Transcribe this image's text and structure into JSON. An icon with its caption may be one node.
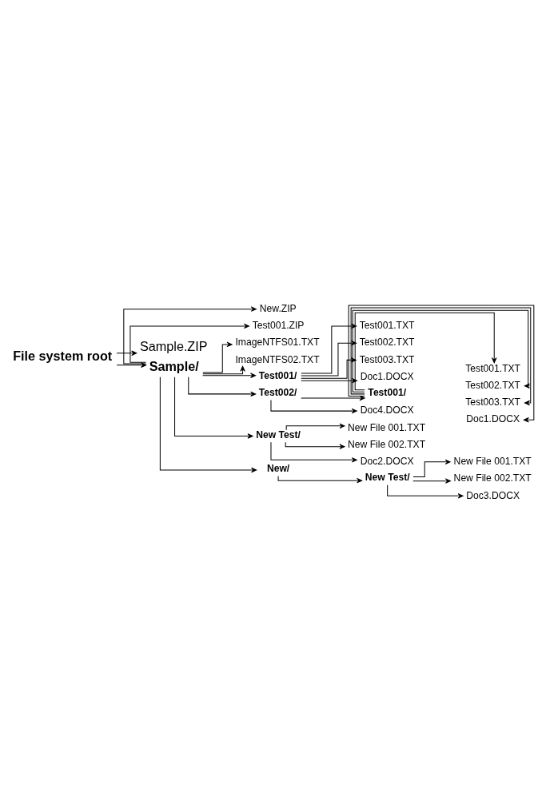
{
  "diagram": {
    "nodes": [
      {
        "text": [
          "File system root"
        ]
      },
      {
        "text": [
          "Sample.ZIP"
        ]
      },
      {
        "text": [
          "Sample/"
        ]
      },
      {
        "text": [
          "New.ZIP"
        ]
      },
      {
        "text": [
          "Test001.ZIP"
        ]
      },
      {
        "text": [
          "ImageNTFS01.TXT"
        ]
      },
      {
        "text": [
          "ImageNTFS02.TXT"
        ]
      },
      {
        "text": [
          "Test001/"
        ]
      },
      {
        "text": [
          "Test001.TXT"
        ]
      },
      {
        "text": [
          "Test002.TXT"
        ]
      },
      {
        "text": [
          "Test003.TXT"
        ]
      },
      {
        "text": [
          "Doc1.DOCX"
        ]
      },
      {
        "text": [
          "Test002/"
        ]
      },
      {
        "text": [
          "Test001/"
        ]
      },
      {
        "text": [
          "Test001.TXT"
        ]
      },
      {
        "text": [
          "Test002.TXT"
        ]
      },
      {
        "text": [
          "Test003.TXT"
        ]
      },
      {
        "text": [
          "Doc1.DOCX"
        ]
      },
      {
        "text": [
          "Doc4.DOCX"
        ]
      },
      {
        "text": [
          "New Test/"
        ]
      },
      {
        "text": [
          "New File 001.TXT"
        ]
      },
      {
        "text": [
          "New File 002.TXT"
        ]
      },
      {
        "text": [
          "Doc2.DOCX"
        ]
      },
      {
        "text": [
          "New/"
        ]
      },
      {
        "text": [
          "New Test/"
        ]
      },
      {
        "text": [
          "New File 001.TXT"
        ]
      },
      {
        "text": [
          "New File 002.TXT"
        ]
      },
      {
        "text": [
          "Doc3.DOCX"
        ]
      }
    ],
    "edges": [
      {
        "from": 0,
        "to": 1,
        "arrow": "to"
      },
      {
        "from": 0,
        "to": 2,
        "arrow": "to"
      },
      {
        "from": 2,
        "to": 3,
        "arrow": "to"
      },
      {
        "from": 2,
        "to": 4,
        "arrow": "to"
      },
      {
        "from": 2,
        "to": 5,
        "arrow": "to"
      },
      {
        "from": 2,
        "to": 6,
        "arrow": "to"
      },
      {
        "from": 2,
        "to": 7,
        "arrow": "to"
      },
      {
        "from": 7,
        "to": 8,
        "arrow": "to"
      },
      {
        "from": 7,
        "to": 9,
        "arrow": "to"
      },
      {
        "from": 7,
        "to": 10,
        "arrow": "to"
      },
      {
        "from": 7,
        "to": 11,
        "arrow": "to"
      },
      {
        "from": 2,
        "to": 12,
        "arrow": "to"
      },
      {
        "from": 12,
        "to": 13,
        "arrow": "to"
      },
      {
        "from": 13,
        "to": 14,
        "arrow": "to"
      },
      {
        "from": 13,
        "to": 15,
        "arrow": "to"
      },
      {
        "from": 13,
        "to": 16,
        "arrow": "to"
      },
      {
        "from": 13,
        "to": 17,
        "arrow": "to"
      },
      {
        "from": 12,
        "to": 18,
        "arrow": "to"
      },
      {
        "from": 2,
        "to": 19,
        "arrow": "to"
      },
      {
        "from": 19,
        "to": 20,
        "arrow": "to"
      },
      {
        "from": 19,
        "to": 21,
        "arrow": "to"
      },
      {
        "from": 19,
        "to": 22,
        "arrow": "to"
      },
      {
        "from": 2,
        "to": 23,
        "arrow": "to"
      },
      {
        "from": 23,
        "to": 24,
        "arrow": "to"
      },
      {
        "from": 24,
        "to": 25,
        "arrow": "to"
      },
      {
        "from": 24,
        "to": 26,
        "arrow": "to"
      },
      {
        "from": 24,
        "to": 27,
        "arrow": "to"
      }
    ]
  }
}
